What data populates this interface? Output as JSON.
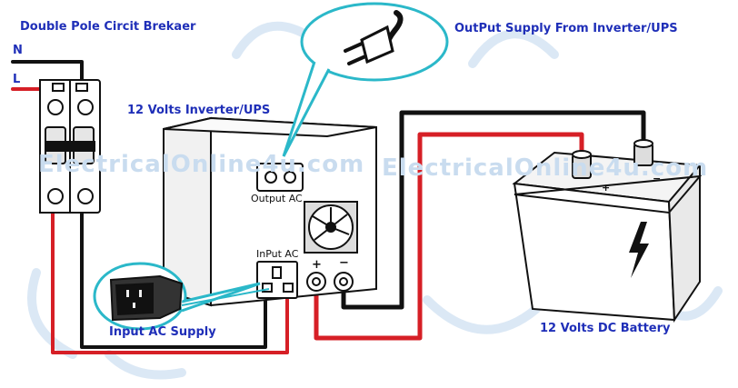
{
  "labels": {
    "breaker": "Double Pole Circit Brekaer",
    "neutral": "N",
    "live": "L",
    "inverter": "12 Volts Inverter/UPS",
    "output_supply": "OutPut Supply From Inverter/UPS",
    "output_ac": "Output AC",
    "input_ac": "InPut AC",
    "input_supply": "Input AC Supply",
    "battery": "12 Volts DC Battery",
    "plus": "+",
    "minus": "−",
    "battery_plus": "+",
    "battery_minus": "−"
  },
  "watermark": {
    "left": "ElectricalOnline4u.com",
    "right": "ElectricalOnline4u.com"
  },
  "colors": {
    "label_blue": "#1f2fb8",
    "live_wire": "#d61f26",
    "neutral_wire": "#111111",
    "callout": "#2bb8c9",
    "watermark": "#c9dcef"
  },
  "icons": [
    "plug-icon",
    "iec-socket-icon",
    "fan-icon",
    "lightning-icon",
    "breaker-icon",
    "battery-icon"
  ]
}
